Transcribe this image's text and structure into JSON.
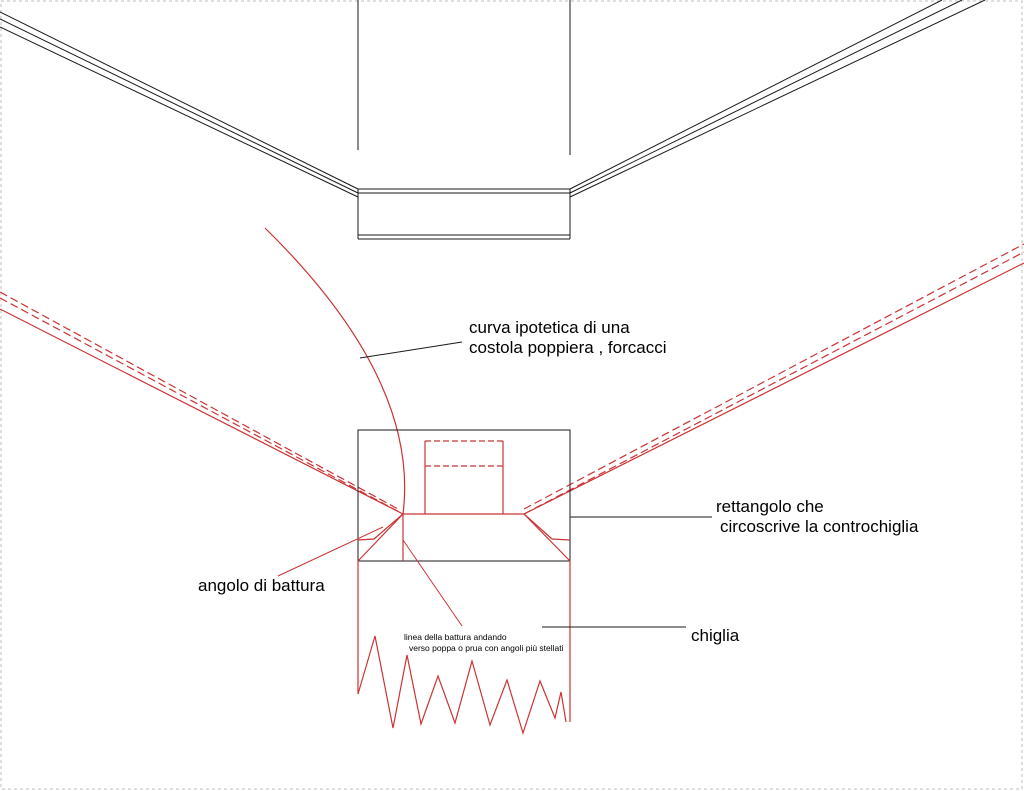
{
  "labels": {
    "curve_line1": "curva ipotetica di una",
    "curve_line2": "costola poppiera , forcacci",
    "rect_line1": "rettangolo che",
    "rect_line2": "circoscrive la controchiglia",
    "angle": "angolo di battura",
    "keel": "chiglia",
    "note_line1": "linea della battura andando",
    "note_line2": "verso poppa o prua con angoli più stellati"
  },
  "colors": {
    "red": "#cc3333",
    "black": "#1a1a1a",
    "border": "#bdbdbd"
  }
}
